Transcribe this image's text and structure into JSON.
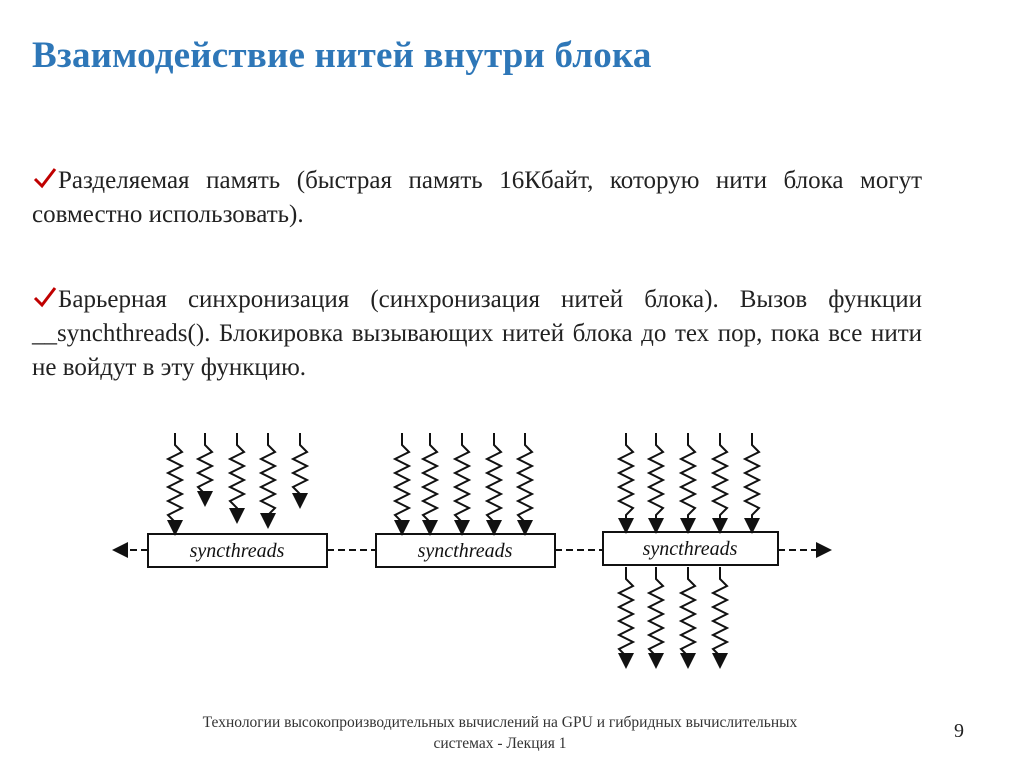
{
  "slide": {
    "title": "Взаимодействие нитей внутри блока",
    "bullets": [
      {
        "icon": "checkmark-icon",
        "text": "Разделяемая память (быстрая память 16Кбайт, которую нити блока могут совместно использовать)."
      },
      {
        "icon": "checkmark-icon",
        "text": "Барьерная синхронизация (синхронизация нитей блока). Вызов функции __synchthreads(). Блокировка вызывающих нитей блока до тех пор, пока все нити не войдут в эту функцию."
      }
    ],
    "diagram": {
      "barrier_label": "syncthreads",
      "barriers": [
        "syncthreads",
        "syncthreads",
        "syncthreads"
      ]
    },
    "footer": "Технологии высокопроизводительных вычислений на GPU и гибридных вычислительных системах - Лекция 1",
    "page_number": "9",
    "colors": {
      "title": "#2e77b8",
      "check": "#c00000",
      "text": "#222222"
    }
  }
}
